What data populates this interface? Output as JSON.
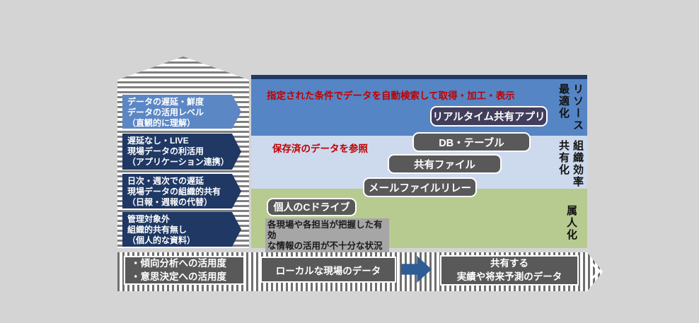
{
  "colors": {
    "background": "#d4d4d4",
    "navy": "#1f3864",
    "band_blue": "#5585c5",
    "band_light_blue": "#cdd9ed",
    "band_green": "#b7ca90",
    "box_gray": "#595959",
    "realtime_box": "#413e5c",
    "accent_red": "#c00000",
    "arrow_blue": "#2e5c94",
    "note_bg": "#a6a6a6"
  },
  "left_panel": {
    "boxes": [
      {
        "lines": [
          "データの遅延・鮮度",
          "データの活用レベル",
          "（直観的に理解）"
        ]
      },
      {
        "lines": [
          "遅延なし・LIVE",
          "現場データの利活用",
          "（アプリケーション連携）"
        ]
      },
      {
        "lines": [
          "日次・週次での遅延",
          "現場データの組織的共有",
          "（日報・週報の代替）"
        ]
      },
      {
        "lines": [
          "管理対象外",
          "組織的共有無し",
          "（個人的な資料）"
        ]
      }
    ]
  },
  "main": {
    "annotations": {
      "auto_search": "指定された条件でデータを自動検索して取得・加工・表示",
      "stored_ref": "保存済のデータを参照"
    },
    "items": {
      "realtime_app": "リアルタイム共有アプリ",
      "db_table": "DB・テーブル",
      "shared_file": "共有ファイル",
      "mail_file_relay": "メールファイルリレー",
      "personal_c_drive": "個人のCドライブ"
    },
    "note": {
      "line1": "各現場や各担当が把握した有効",
      "line2": "な情報の活用が不十分な状況"
    },
    "right_axis": {
      "top_line1": "リソース",
      "top_line2": "最適化",
      "mid_line1": "組織効率",
      "mid_line2": "共有化",
      "bottom_line1": "属人化"
    }
  },
  "bottom_bar": {
    "usage": {
      "line1": "・傾向分析への活用度",
      "line2": "・意思決定への活用度"
    },
    "local_data": "ローカルな現場のデータ",
    "shared": {
      "line1": "共有する",
      "line2": "実績や将来予測のデータ"
    }
  }
}
